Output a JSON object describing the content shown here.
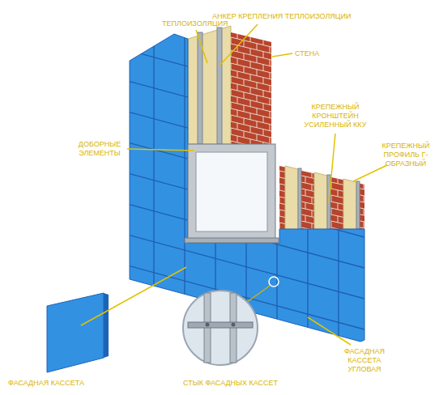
{
  "diagram": {
    "labels": [
      "ТЕПЛОИЗОЛЯЦИЯ",
      "АНКЕР КРЕПЛЕНИЯ ТЕПЛОИЗОЛЯЦИИ",
      "СТЕНА",
      "КРЕПЕЖНЫЙ КРОНШТЕЙН УСИЛЕННЫЙ ККУ",
      "ДОБОРНЫЕ ЭЛЕМЕНТЫ",
      "КРЕПЕЖНЫЙ ПРОФИЛЬ Г- ОБРАЗНЫЙ",
      "ФАСАДНАЯ КАССЕТА УГЛОВАЯ",
      "ФАСАДНАЯ КАССЕТА",
      "СТЫК ФАСАДНЫХ КАССЕТ"
    ]
  }
}
